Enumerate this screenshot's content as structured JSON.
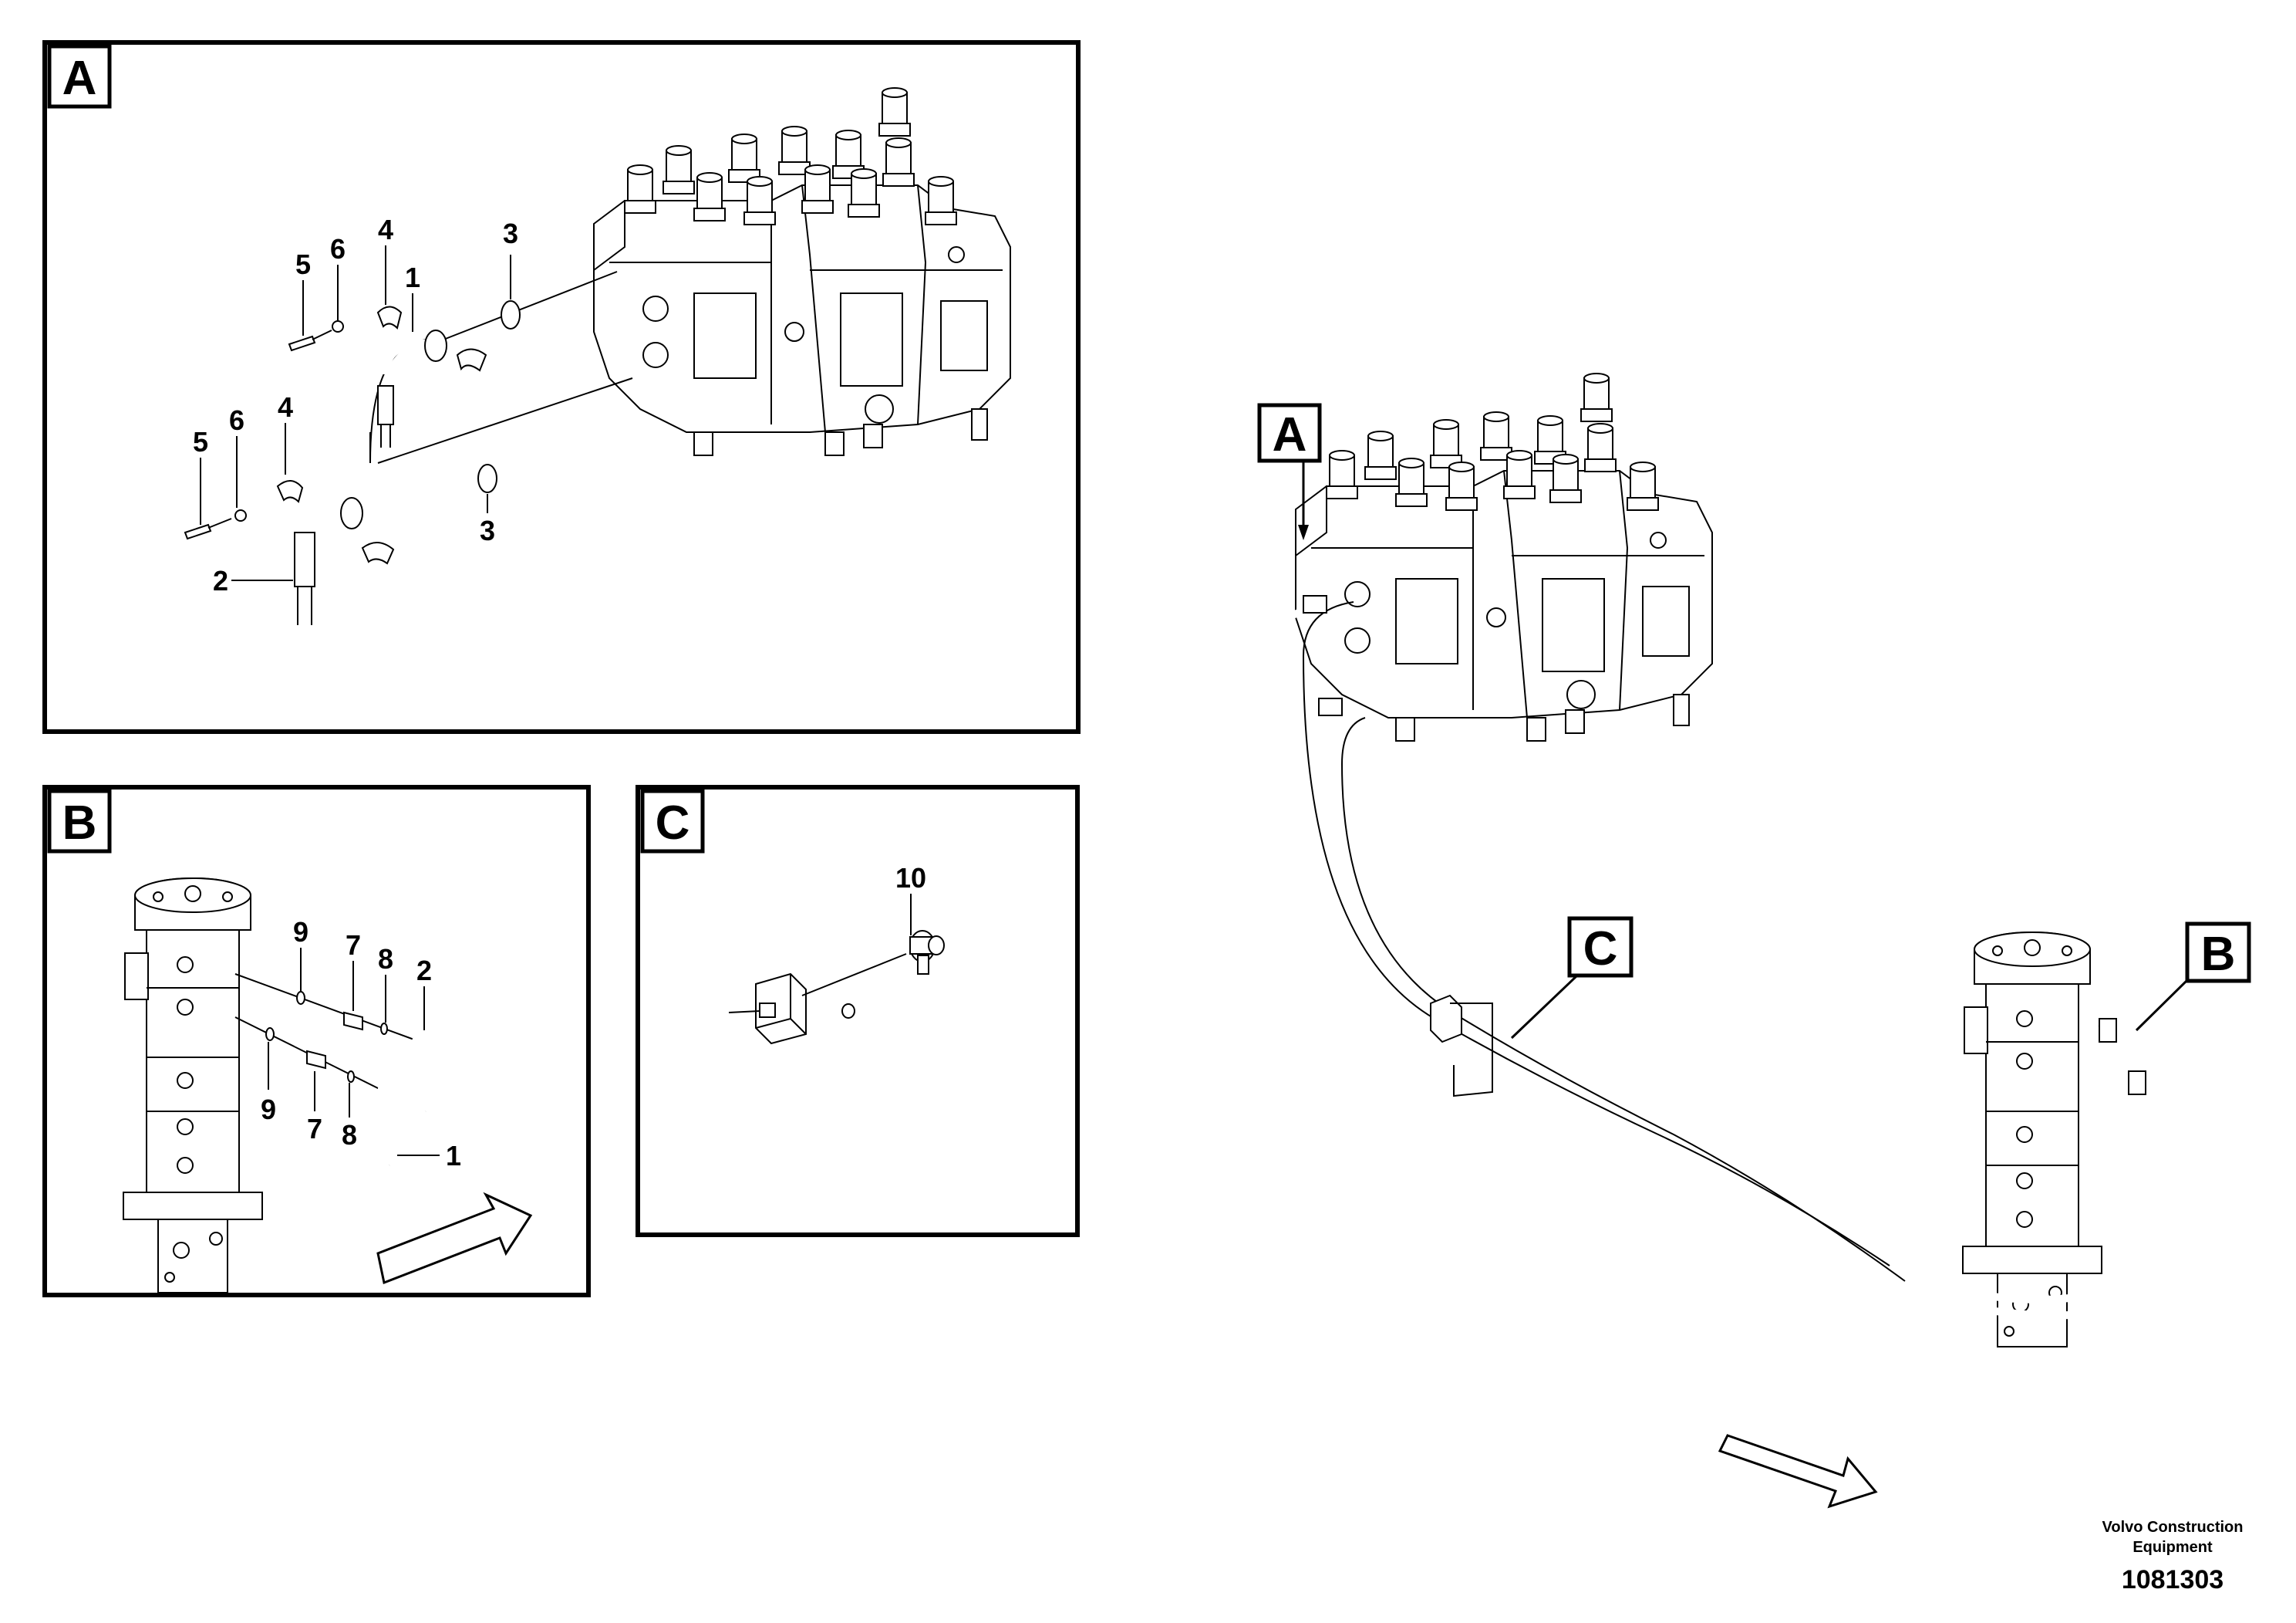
{
  "panels": [
    {
      "id": "A",
      "label": "A"
    },
    {
      "id": "B",
      "label": "B"
    },
    {
      "id": "C",
      "label": "C"
    }
  ],
  "callouts": {
    "a_1": "1",
    "a_2": "2",
    "a_3_top": "3",
    "a_3_bot": "3",
    "a_4_top": "4",
    "a_4_bot": "4",
    "a_5_top": "5",
    "a_5_bot": "5",
    "a_6_top": "6",
    "a_6_bot": "6",
    "b_1": "1",
    "b_2": "2",
    "b_7_top": "7",
    "b_7_bot": "7",
    "b_8_top": "8",
    "b_8_bot": "8",
    "b_9_top": "9",
    "b_9_bot": "9",
    "c_10": "10"
  },
  "overview_tags": {
    "a": "A",
    "b": "B",
    "c": "C"
  },
  "footer": {
    "company_line1": "Volvo Construction",
    "company_line2": "Equipment",
    "drawing_number": "1081303"
  }
}
